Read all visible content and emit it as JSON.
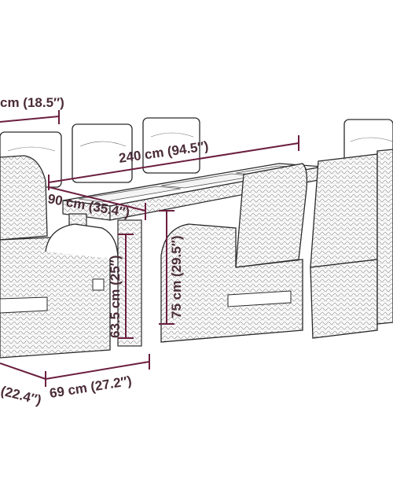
{
  "dimensions": {
    "seat_width": "cm (18.5″)",
    "table_length": "240 cm (94.5″)",
    "table_width": "90 cm (35.4″)",
    "seat_height": "63.5 cm (25″)",
    "table_height": "75 cm (29.5″)",
    "chair_depth": "(22.4″)",
    "chair_width": "69 cm (27.2″)"
  },
  "colors": {
    "dimension": "#6b1f3f",
    "label": "#4a2c38",
    "outline": "#2a2a2a"
  }
}
